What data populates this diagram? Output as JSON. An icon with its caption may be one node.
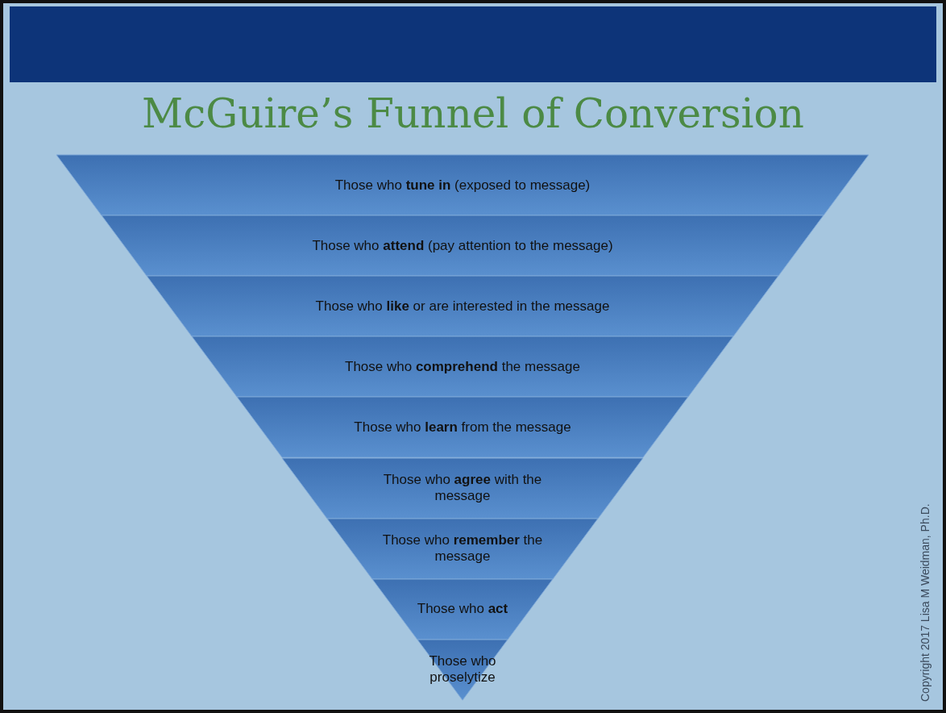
{
  "diagram": {
    "title": "McGuire’s Funnel of Conversion",
    "nodes": [
      {
        "text": [
          "Those who **tune in** (exposed to message)"
        ]
      },
      {
        "text": [
          "Those who **attend** (pay attention to the message)"
        ]
      },
      {
        "text": [
          "Those who **like** or are interested in the message"
        ]
      },
      {
        "text": [
          "Those who **comprehend** the message"
        ]
      },
      {
        "text": [
          "Those who **learn** from the message"
        ]
      },
      {
        "text": [
          "Those who **agree** with the message"
        ]
      },
      {
        "text": [
          "Those who **remember** the message"
        ]
      },
      {
        "text": [
          "Those who **act**"
        ]
      },
      {
        "text": [
          "Those who proselytize"
        ]
      }
    ],
    "labels": [
      "Copyright 2017 Lisa M Weidman, Ph.D."
    ]
  }
}
